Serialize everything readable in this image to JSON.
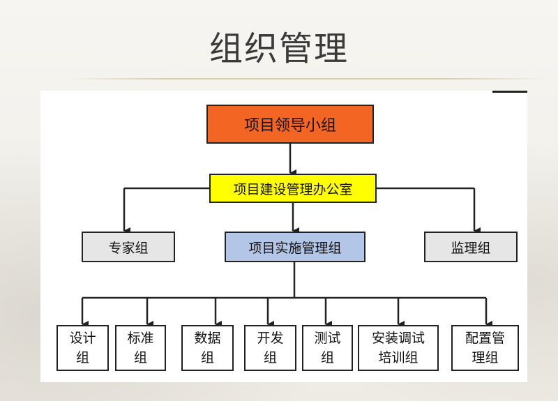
{
  "slide": {
    "title": "组织管理"
  },
  "org_chart": {
    "leader": "项目领导小组",
    "office": "项目建设管理办公室",
    "groups": {
      "expert": "专家组",
      "implementation": "项目实施管理组",
      "supervision": "监理组"
    },
    "teams": [
      {
        "line1": "设计",
        "line2": "组"
      },
      {
        "line1": "标准",
        "line2": "组"
      },
      {
        "line1": "数据",
        "line2": "组"
      },
      {
        "line1": "开发",
        "line2": "组"
      },
      {
        "line1": "测试",
        "line2": "组"
      },
      {
        "line1": "安装调试",
        "line2": "培训组"
      },
      {
        "line1": "配置管",
        "line2": "理组"
      }
    ]
  },
  "colors": {
    "leader_fill": "#f26522",
    "office_fill": "#ffff00",
    "group_fill": "#e6e6e6",
    "implementation_fill": "#b4c6e7",
    "team_fill": "#ffffff",
    "line": "#222222"
  }
}
